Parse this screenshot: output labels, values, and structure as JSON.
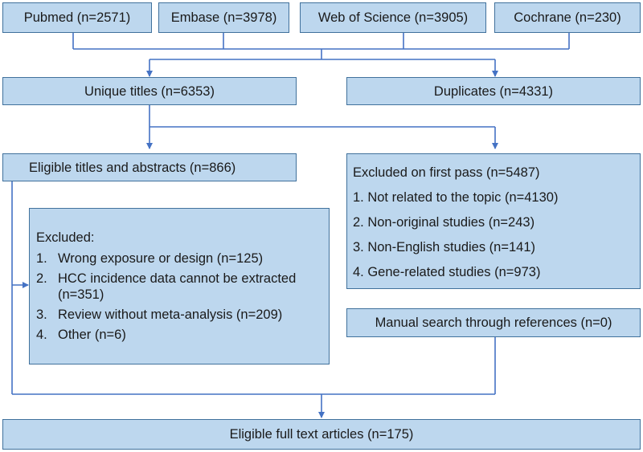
{
  "sources": [
    {
      "label": "Pubmed (n=2571)"
    },
    {
      "label": "Embase (n=3978)"
    },
    {
      "label": "Web of Science (n=3905)"
    },
    {
      "label": "Cochrane (n=230)"
    }
  ],
  "unique_titles": "Unique titles (n=6353)",
  "duplicates": "Duplicates (n=4331)",
  "eligible_titles": "Eligible titles and abstracts (n=866)",
  "excluded_first_pass": {
    "title": "Excluded on first pass (n=5487)",
    "items": [
      "1. Not related to the topic (n=4130)",
      "2. Non-original studies (n=243)",
      "3. Non-English studies (n=141)",
      "4. Gene-related studies (n=973)"
    ]
  },
  "excluded": {
    "title": "Excluded:",
    "items": [
      {
        "num": "1.",
        "text": "Wrong exposure or design (n=125)"
      },
      {
        "num": "2.",
        "text": "HCC incidence data cannot be extracted (n=351)"
      },
      {
        "num": "3.",
        "text": "Review without meta-analysis (n=209)"
      },
      {
        "num": "4.",
        "text": "Other (n=6)"
      }
    ]
  },
  "manual_search": "Manual search through references (n=0)",
  "final": "Eligible full text articles (n=175)",
  "colors": {
    "box_fill": "#bdd7ee",
    "box_border": "#41719c",
    "connector": "#4472c4"
  }
}
